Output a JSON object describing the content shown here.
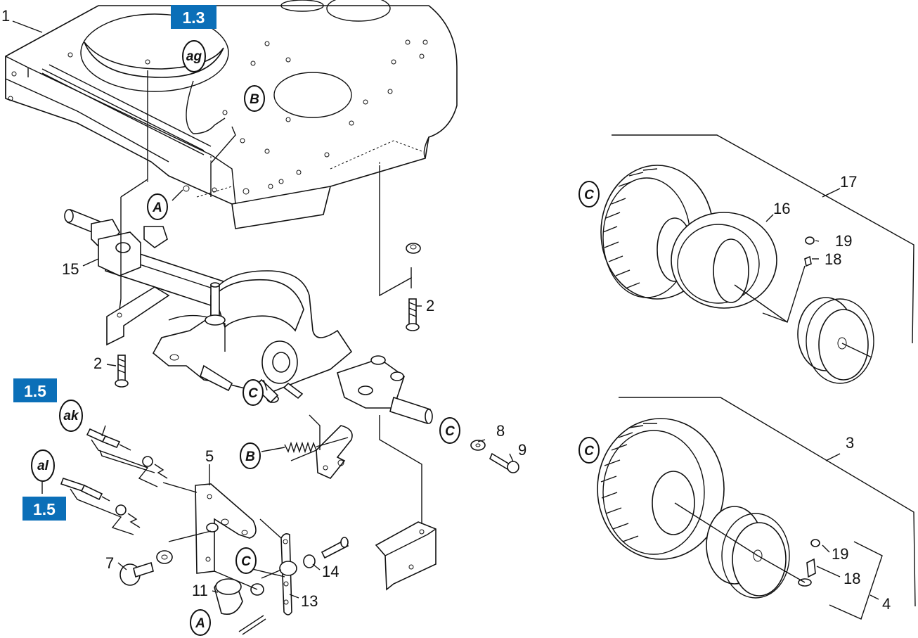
{
  "diagram": {
    "part_numbers": {
      "p1": "1",
      "p2a": "2",
      "p2b": "2",
      "p3": "3",
      "p4": "4",
      "p5": "5",
      "p7": "7",
      "p8": "8",
      "p9": "9",
      "p11": "11",
      "p13": "13",
      "p14": "14",
      "p15": "15",
      "p16": "16",
      "p17": "17",
      "p18a": "18",
      "p18b": "18",
      "p19a": "19",
      "p19b": "19"
    },
    "section_badges": {
      "b13": "1.3",
      "b15a": "1.5",
      "b15b": "1.5"
    },
    "references": {
      "ag": "ag",
      "ak": "ak",
      "al": "al",
      "A1": "A",
      "A2": "A",
      "B1": "B",
      "B2": "B",
      "C1": "C",
      "C2": "C",
      "C3": "C",
      "C4": "C",
      "C5": "C"
    },
    "badge_color": "#0b6fb8"
  }
}
